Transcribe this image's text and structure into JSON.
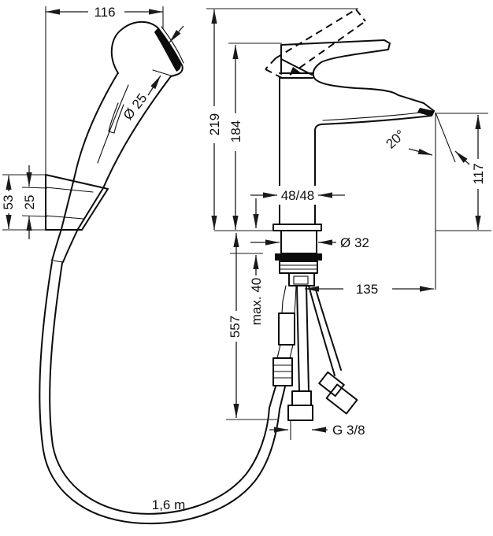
{
  "drawing": {
    "background": "#ffffff",
    "line_color": "#0c0c0c",
    "type": "installation-dimension-drawing",
    "labels": {
      "spray_head_width": "116",
      "spray_neck_diameter": "Ø 25",
      "holder_height": "53",
      "holder_spacing": "25",
      "total_height": "219",
      "lever_height": "184",
      "body_cross_section": "48/48",
      "spout_angle": "20°",
      "outlet_height": "117",
      "shank_diameter": "Ø 32",
      "max_mounting_thickness": "max. 40",
      "spout_reach": "135",
      "under_counter_length": "557",
      "thread_size": "G 3/8",
      "hose_length": "1,6 m"
    }
  }
}
